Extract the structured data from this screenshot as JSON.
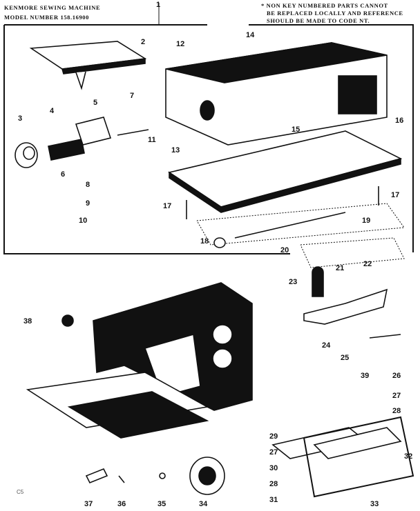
{
  "header": {
    "line1": "KENMORE SEWING MACHINE",
    "line2": "MODEL NUMBER 158.16900",
    "note1": "* NON KEY NUMBERED PARTS CANNOT",
    "note2": "BE REPLACED LOCALLY AND REFERENCE",
    "note3": "SHOULD BE MADE TO CODE NT.",
    "pointer": "1"
  },
  "corner_mark": "C5",
  "parts": [
    "2",
    "3",
    "4",
    "5",
    "6",
    "7",
    "8",
    "9",
    "10",
    "11",
    "12",
    "13",
    "14",
    "15",
    "16",
    "17",
    "17",
    "18",
    "19",
    "20",
    "21",
    "22",
    "23",
    "24",
    "25",
    "26",
    "27",
    "27",
    "28",
    "28",
    "29",
    "30",
    "31",
    "32",
    "33",
    "34",
    "35",
    "36",
    "37",
    "38",
    "39"
  ]
}
